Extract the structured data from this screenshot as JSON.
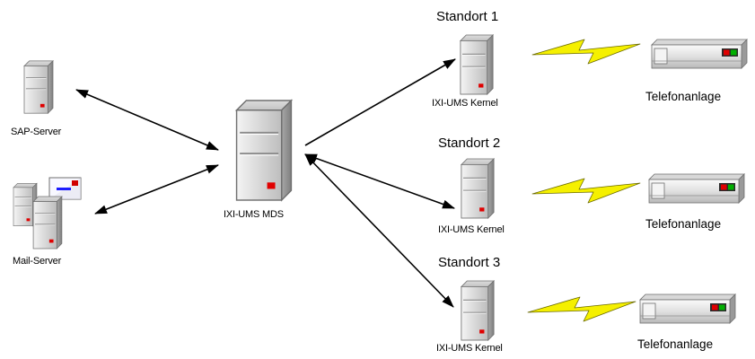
{
  "nodes": {
    "sap_server": {
      "label": "SAP-Server",
      "icon": "server-tower-icon"
    },
    "mail_server": {
      "label": "Mail-Server",
      "icon": "mail-server-icon"
    },
    "mds": {
      "label": "IXI-UMS MDS",
      "icon": "server-tower-icon"
    }
  },
  "sites": [
    {
      "title": "Standort 1",
      "kernel_label": "IXI-UMS Kernel",
      "device_label": "Telefonanlage"
    },
    {
      "title": "Standort 2",
      "kernel_label": "IXI-UMS Kernel",
      "device_label": "Telefonanlage"
    },
    {
      "title": "Standort 3",
      "kernel_label": "IXI-UMS Kernel",
      "device_label": "Telefonanlage"
    }
  ],
  "colors": {
    "server_light": "#ececec",
    "server_mid": "#c8c8c8",
    "server_dark": "#9a9a9a",
    "server_outline": "#6f6f6f",
    "led_red": "#e00000",
    "led_green": "#00b000",
    "lightning": "#f5f000",
    "arrow": "#000000"
  }
}
